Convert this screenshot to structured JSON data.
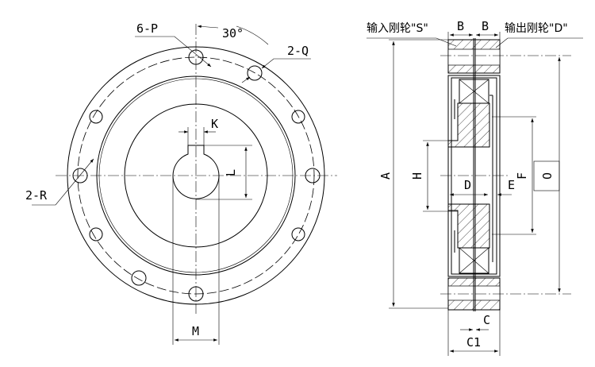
{
  "front_view": {
    "labels": {
      "holes_p": "6-P",
      "angle": "30°",
      "holes_q": "2-Q",
      "keyway_width": "K",
      "keyway_depth": "L",
      "holes_r": "2-R",
      "bore_width": "M"
    }
  },
  "side_view": {
    "labels": {
      "input_spline": "输入刚轮\"S\"",
      "width_b_left": "B",
      "width_b_right": "B",
      "output_spline": "输出刚轮\"D\"",
      "outer_dia": "A",
      "hub_dia": "H",
      "bore_dia": "D",
      "dim_e": "E",
      "dim_f": "F",
      "dim_o": "O",
      "gap_c": "C",
      "total_c1": "C1"
    }
  }
}
